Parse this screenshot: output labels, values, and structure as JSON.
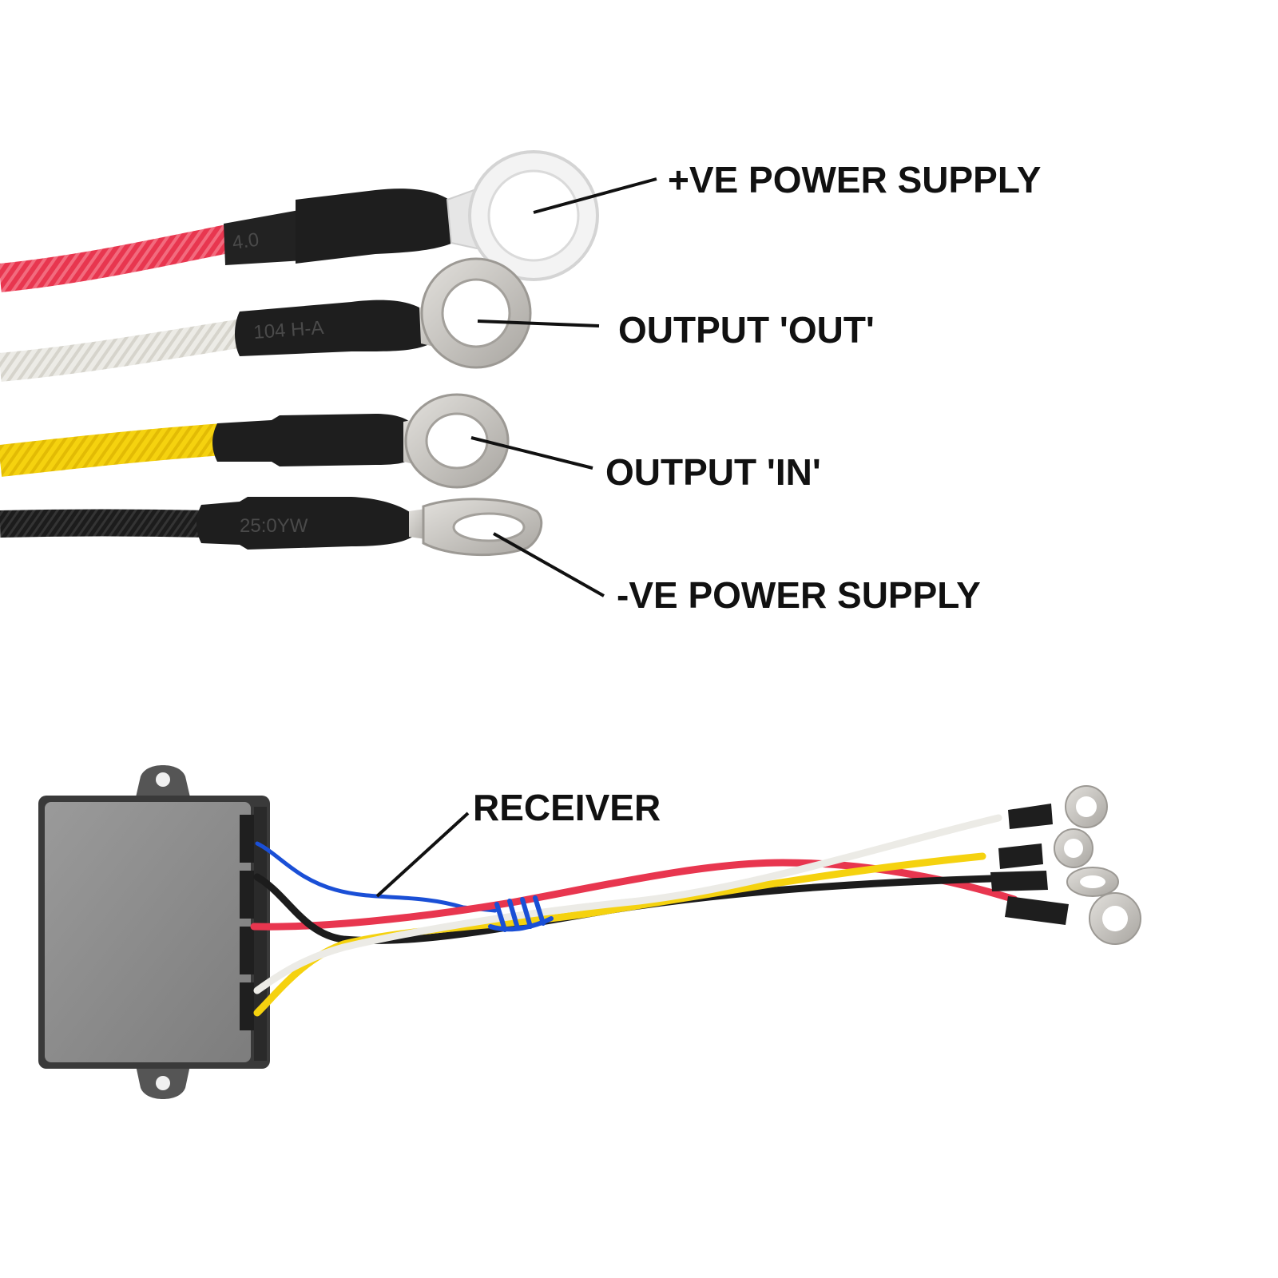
{
  "callouts": {
    "positive_supply": "+VE POWER SUPPLY",
    "output_out": "OUTPUT 'OUT'",
    "output_in": "OUTPUT 'IN'",
    "negative_supply": "-VE POWER SUPPLY",
    "receiver": "RECEIVER"
  },
  "sleeve_prints": {
    "red": "4.0",
    "white": "104 H-A",
    "black": "25:0YW"
  },
  "colors": {
    "red_wire": "#e8364f",
    "white_wire": "#ecebe6",
    "yellow_wire": "#f5d20f",
    "black_wire": "#1c1c1c",
    "blue_wire": "#1a4fd6",
    "heat_shrink": "#1e1e1e",
    "lug_metal": "#c9c7c4",
    "receiver_case": "#8d8d8d",
    "leader_line": "#111111",
    "text": "#111111"
  }
}
